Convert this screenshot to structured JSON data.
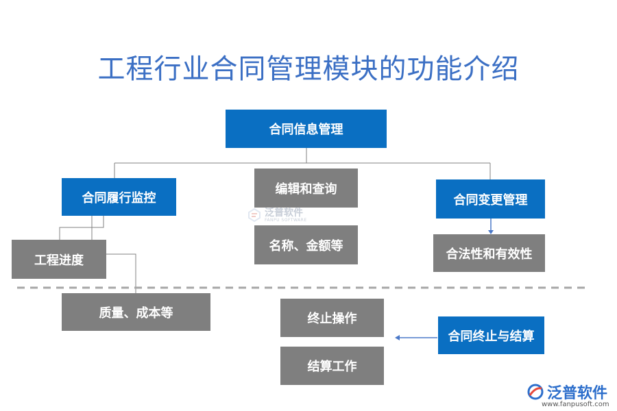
{
  "title": "工程行业合同管理模块的功能介绍",
  "nodes": {
    "root": "合同信息管理",
    "perform_monitor": "合同履行监控",
    "edit_query": "编辑和查询",
    "change_manage": "合同变更管理",
    "progress": "工程进度",
    "name_amount": "名称、金额等",
    "legality": "合法性和有效性",
    "quality_cost": "质量、成本等",
    "terminate_op": "终止操作",
    "settle_work": "结算工作",
    "terminate_settle": "合同终止与结算"
  },
  "watermark": {
    "cn": "泛普软件",
    "en": "FANPU SOFTWARE"
  },
  "logo": {
    "cn": "泛普软件",
    "url": "www.fanpusoft.com"
  },
  "colors": {
    "title": "#3b6fc4",
    "blue_box": "#0a6fc2",
    "gray_box": "#7f7f7f",
    "arrow": "#4a78c8"
  }
}
